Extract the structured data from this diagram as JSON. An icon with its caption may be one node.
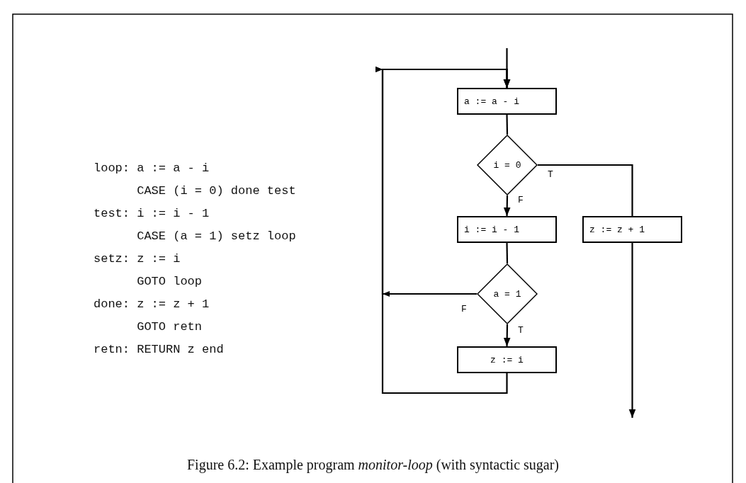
{
  "diagram": {
    "caption": "Figure 6.2: Example program *monitor-loop* (with syntactic sugar)",
    "nodes": [
      {
        "text": [
          "a := a - i"
        ]
      },
      {
        "text": [
          "i = 0"
        ]
      },
      {
        "text": [
          "i := i - 1"
        ]
      },
      {
        "text": [
          "z := z + 1"
        ]
      },
      {
        "text": [
          "a = 1"
        ]
      },
      {
        "text": [
          "z := i"
        ]
      }
    ],
    "edges": [
      {
        "from": null,
        "to": 0,
        "arrow": "to"
      },
      {
        "from": 0,
        "to": 1,
        "arrow": "none"
      },
      {
        "from": 1,
        "to": 2,
        "arrow": "to",
        "label": "F"
      },
      {
        "from": 1,
        "to": 3,
        "arrow": "none",
        "label": "T"
      },
      {
        "from": 3,
        "to": null,
        "arrow": "to"
      },
      {
        "from": 2,
        "to": 4,
        "arrow": "none"
      },
      {
        "from": 4,
        "to": 0,
        "arrow": "to",
        "label": "F"
      },
      {
        "from": 4,
        "to": 5,
        "arrow": "to",
        "label": "T"
      },
      {
        "from": 5,
        "to": 0,
        "arrow": "to"
      }
    ],
    "labels": [
      "loop: a := a - i",
      "CASE (i = 0) done test",
      "test: i := i - 1",
      "CASE (a = 1) setz loop",
      "setz: z := i",
      "GOTO loop",
      "done: z := z + 1",
      "GOTO retn",
      "retn: RETURN z end"
    ]
  }
}
